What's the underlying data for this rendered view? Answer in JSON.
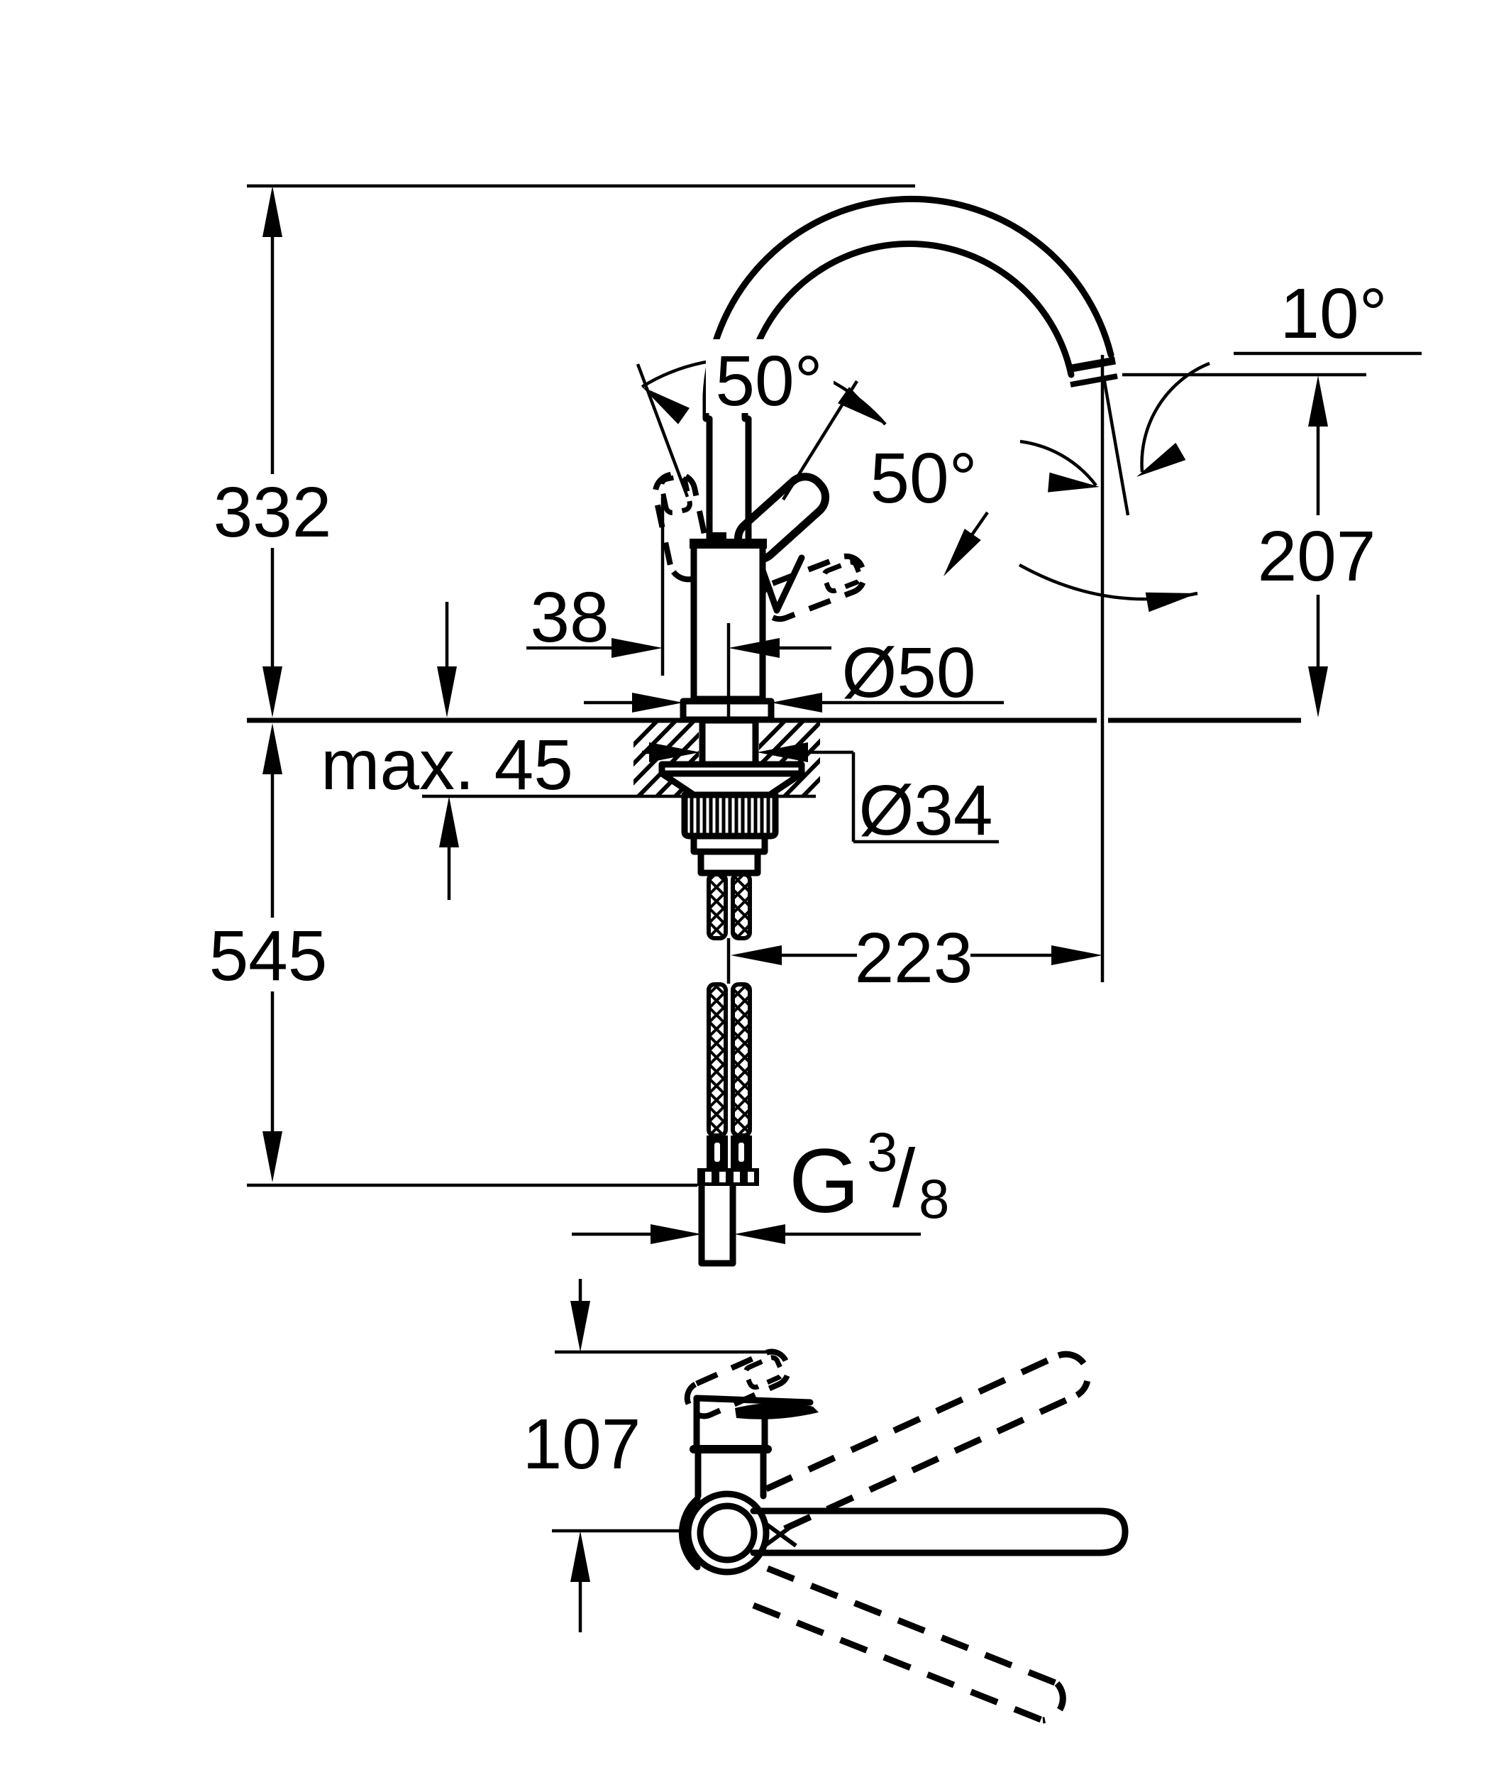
{
  "drawing": {
    "kind": "technical dimension drawing",
    "subject": "single-lever sink mixer tap — front view with mounting cross-section and top view",
    "units": "mm",
    "colors": {
      "line": "#000000",
      "background": "#ffffff"
    }
  },
  "labels": {
    "height_total": "332",
    "height_with_connections": "545",
    "counter_max": "max. 45",
    "offset_38": "38",
    "dia_50": "Ø50",
    "dia_34": "Ø34",
    "angle_handle_top": "50°",
    "angle_handle_side": "50°",
    "angle_outlet": "10°",
    "spout_height": "207",
    "spout_reach": "223",
    "depth_107": "107",
    "thread_g": "G",
    "thread_numerator": "3",
    "thread_slash": "/",
    "thread_denominator": "8"
  }
}
